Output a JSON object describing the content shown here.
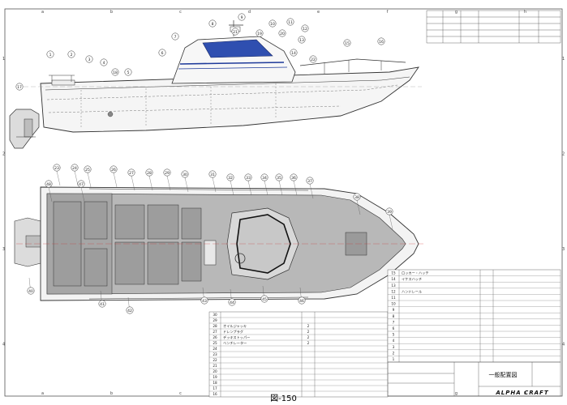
{
  "figure_caption": "図-150",
  "brand_logo": "ALPHA CRAFT",
  "drawing_title": "一般配置図",
  "grid": {
    "top_letters": [
      "a",
      "b",
      "c",
      "d",
      "e",
      "f",
      "g",
      "h"
    ],
    "left_numbers": [
      "1",
      "2",
      "3",
      "4"
    ]
  },
  "callouts": {
    "profile": [
      "1",
      "2",
      "3",
      "4",
      "5",
      "6",
      "7",
      "8",
      "9",
      "10",
      "11",
      "12",
      "13",
      "14",
      "15",
      "16",
      "17",
      "18",
      "19",
      "20",
      "21",
      "22"
    ],
    "plan": [
      "23",
      "24",
      "25",
      "26",
      "27",
      "28",
      "29",
      "30",
      "31",
      "32",
      "33",
      "34",
      "35",
      "36",
      "37",
      "38",
      "39",
      "40",
      "41",
      "42",
      "43",
      "44",
      "45",
      "46",
      "47",
      "48"
    ]
  },
  "parts_list_left": [
    {
      "no": "30",
      "name": "",
      "qty": ""
    },
    {
      "no": "29",
      "name": "",
      "qty": ""
    },
    {
      "no": "28",
      "name": "オイルジャッキ",
      "qty": "2"
    },
    {
      "no": "27",
      "name": "ドレンプラグ",
      "qty": "2"
    },
    {
      "no": "26",
      "name": "デッキストッパー",
      "qty": "2"
    },
    {
      "no": "25",
      "name": "ベンチレーター",
      "qty": "2"
    },
    {
      "no": "24",
      "name": "",
      "qty": ""
    },
    {
      "no": "23",
      "name": "",
      "qty": ""
    },
    {
      "no": "22",
      "name": "",
      "qty": ""
    },
    {
      "no": "21",
      "name": "",
      "qty": ""
    },
    {
      "no": "20",
      "name": "",
      "qty": ""
    },
    {
      "no": "19",
      "name": "",
      "qty": ""
    },
    {
      "no": "18",
      "name": "",
      "qty": ""
    },
    {
      "no": "17",
      "name": "",
      "qty": ""
    },
    {
      "no": "16",
      "name": "",
      "qty": ""
    }
  ],
  "parts_list_right": [
    {
      "no": "15",
      "name": "ロッカー・ハッチ",
      "qty": ""
    },
    {
      "no": "14",
      "name": "イケスハッチ",
      "qty": ""
    },
    {
      "no": "13",
      "name": "",
      "qty": ""
    },
    {
      "no": "12",
      "name": "ハンドレール",
      "qty": ""
    },
    {
      "no": "11",
      "name": "",
      "qty": ""
    },
    {
      "no": "10",
      "name": "",
      "qty": ""
    },
    {
      "no": "9",
      "name": "",
      "qty": ""
    },
    {
      "no": "8",
      "name": "",
      "qty": ""
    },
    {
      "no": "7",
      "name": "",
      "qty": ""
    },
    {
      "no": "6",
      "name": "",
      "qty": ""
    },
    {
      "no": "5",
      "name": "",
      "qty": ""
    },
    {
      "no": "4",
      "name": "",
      "qty": ""
    },
    {
      "no": "3",
      "name": "",
      "qty": ""
    },
    {
      "no": "2",
      "name": "",
      "qty": ""
    },
    {
      "no": "1",
      "name": "",
      "qty": ""
    }
  ],
  "colors": {
    "line": "#333333",
    "hull_fill": "#f2f2f2",
    "deck_fill": "#b8b8b8",
    "deck_dark": "#8c8c8c",
    "glass": "#2f4fb0",
    "accent_stripe": "#1e3a9a",
    "callout_ring": "#333333"
  }
}
